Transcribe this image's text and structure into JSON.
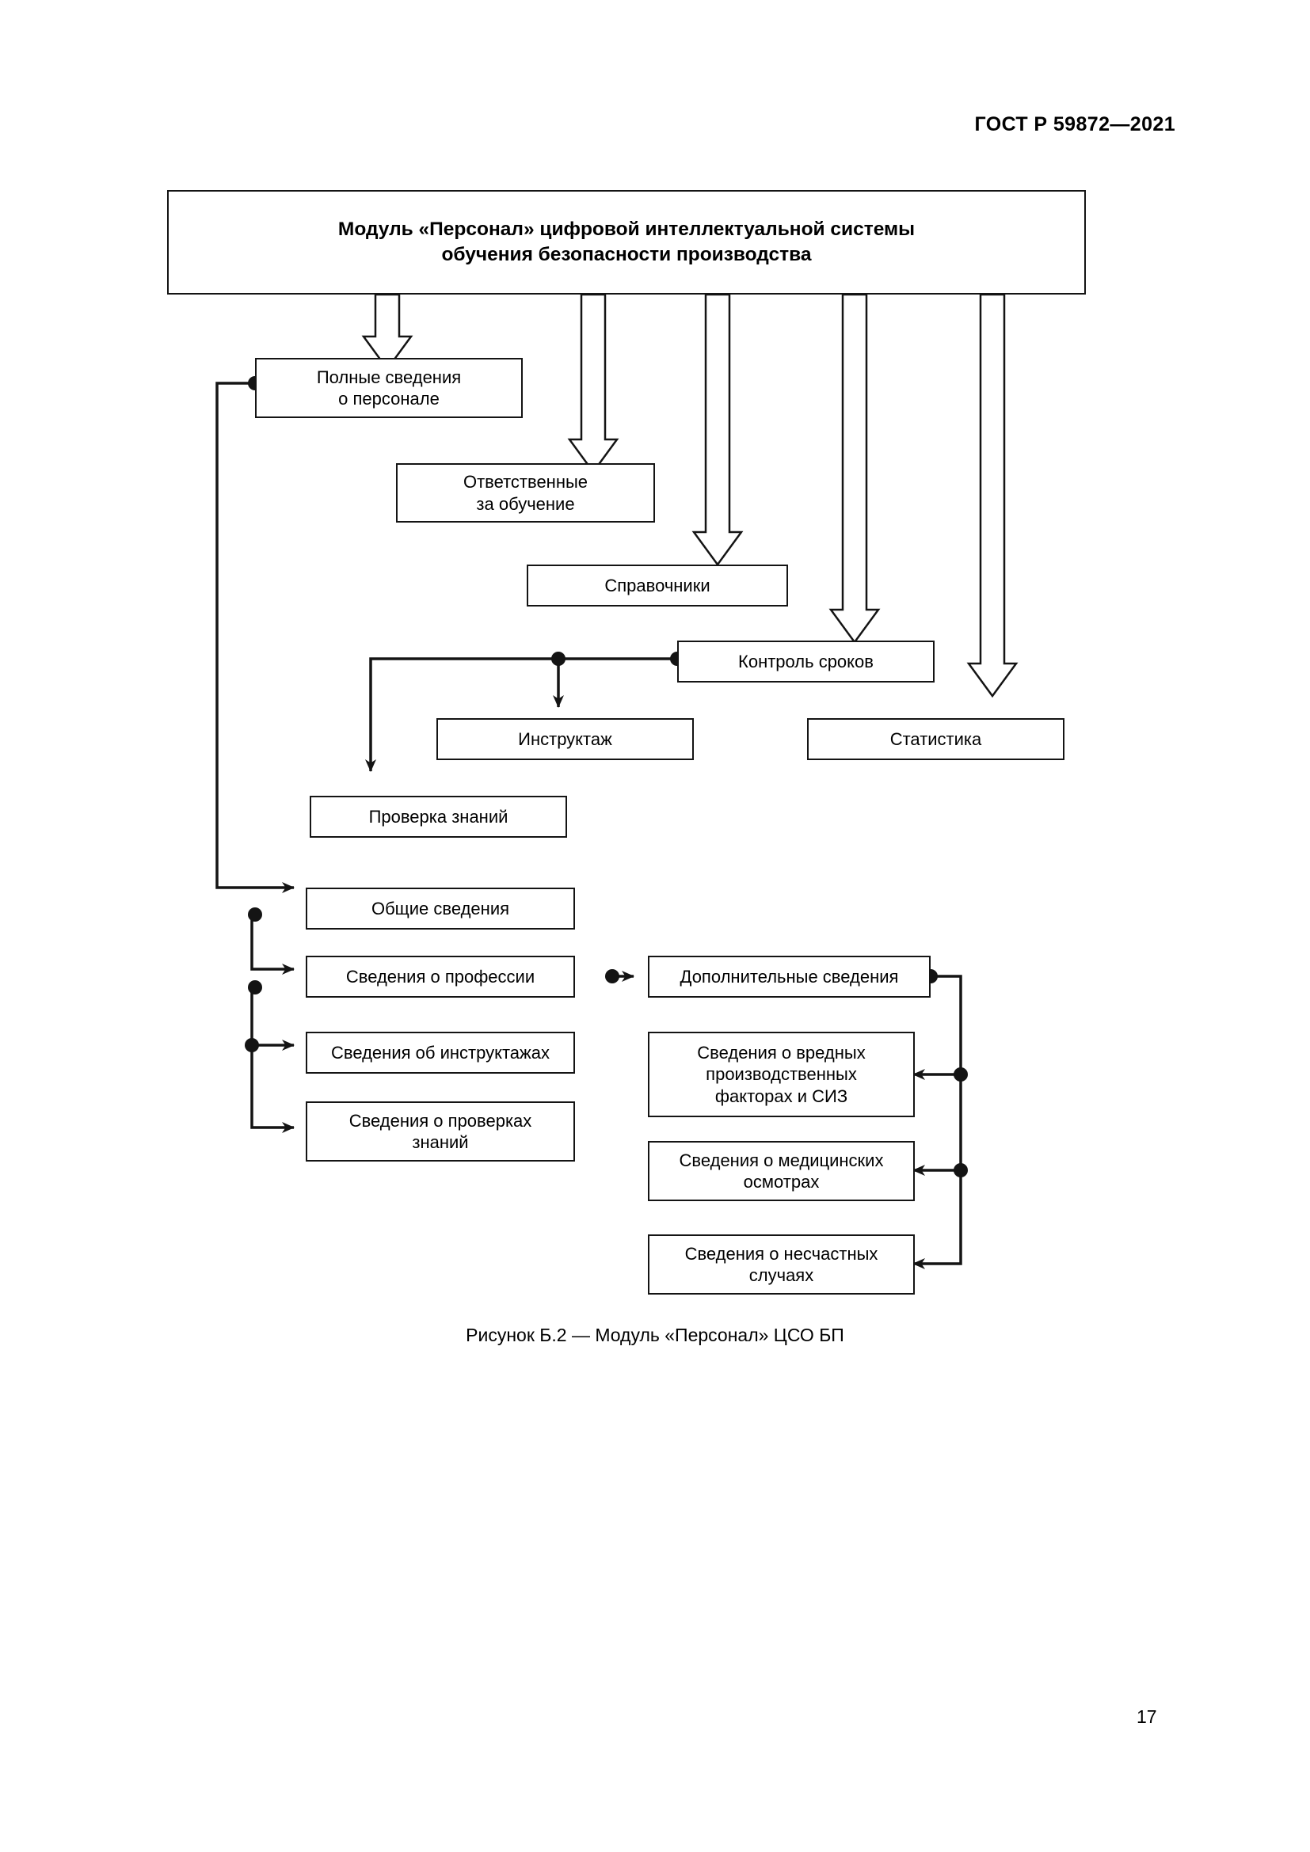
{
  "document": {
    "standard_header": "ГОСТ Р 59872—2021",
    "page_number": "17"
  },
  "figure": {
    "caption": "Рисунок Б.2 — Модуль «Персонал» ЦСО БП",
    "title_node": "Модуль «Персонал» цифровой интеллектуальной системы\nобучения безопасности производства",
    "colors": {
      "stroke": "#141414",
      "fill": "#ffffff",
      "text": "#000000"
    },
    "nodes": [
      {
        "id": "full-info",
        "label": "Полные сведения\nо персонале"
      },
      {
        "id": "responsible",
        "label": "Ответственные\nза обучение"
      },
      {
        "id": "handbooks",
        "label": "Справочники"
      },
      {
        "id": "deadline-control",
        "label": "Контроль сроков"
      },
      {
        "id": "briefing",
        "label": "Инструктаж"
      },
      {
        "id": "statistics",
        "label": "Статистика"
      },
      {
        "id": "knowledge-check",
        "label": "Проверка знаний"
      },
      {
        "id": "general-info",
        "label": "Общие сведения"
      },
      {
        "id": "profession-info",
        "label": "Сведения о профессии"
      },
      {
        "id": "briefing-info",
        "label": "Сведения об инструктажах"
      },
      {
        "id": "checks-info",
        "label": "Сведения о проверках\nзнаний"
      },
      {
        "id": "additional-info",
        "label": "Дополнительные сведения"
      },
      {
        "id": "hazard-info",
        "label": "Сведения о вредных\nпроизводственных\nфакторах и СИЗ"
      },
      {
        "id": "medical-info",
        "label": "Сведения о медицинских\nосмотрах"
      },
      {
        "id": "accident-info",
        "label": "Сведения о несчастных\nслучаях"
      }
    ],
    "connections": [
      {
        "from": "title-node",
        "to": "full-info",
        "style": "block-arrow"
      },
      {
        "from": "title-node",
        "to": "responsible",
        "style": "block-arrow"
      },
      {
        "from": "title-node",
        "to": "handbooks",
        "style": "block-arrow"
      },
      {
        "from": "title-node",
        "to": "deadline-control",
        "style": "block-arrow"
      },
      {
        "from": "title-node",
        "to": "statistics",
        "style": "block-arrow"
      },
      {
        "from": "deadline-control",
        "to": "briefing",
        "style": "line-arrow"
      },
      {
        "from": "deadline-control",
        "to": "knowledge-check",
        "style": "line-arrow"
      },
      {
        "from": "full-info",
        "to": "general-info",
        "style": "line-arrow"
      },
      {
        "from": "general-info",
        "to": "profession-info",
        "style": "line-arrow"
      },
      {
        "from": "profession-info",
        "to": "briefing-info",
        "style": "line-arrow"
      },
      {
        "from": "profession-info",
        "to": "checks-info",
        "style": "line-arrow"
      },
      {
        "from": "profession-info",
        "to": "additional-info",
        "style": "line-arrow"
      },
      {
        "from": "additional-info",
        "to": "hazard-info",
        "style": "line-arrow"
      },
      {
        "from": "additional-info",
        "to": "medical-info",
        "style": "line-arrow"
      },
      {
        "from": "additional-info",
        "to": "accident-info",
        "style": "line-arrow"
      }
    ]
  }
}
